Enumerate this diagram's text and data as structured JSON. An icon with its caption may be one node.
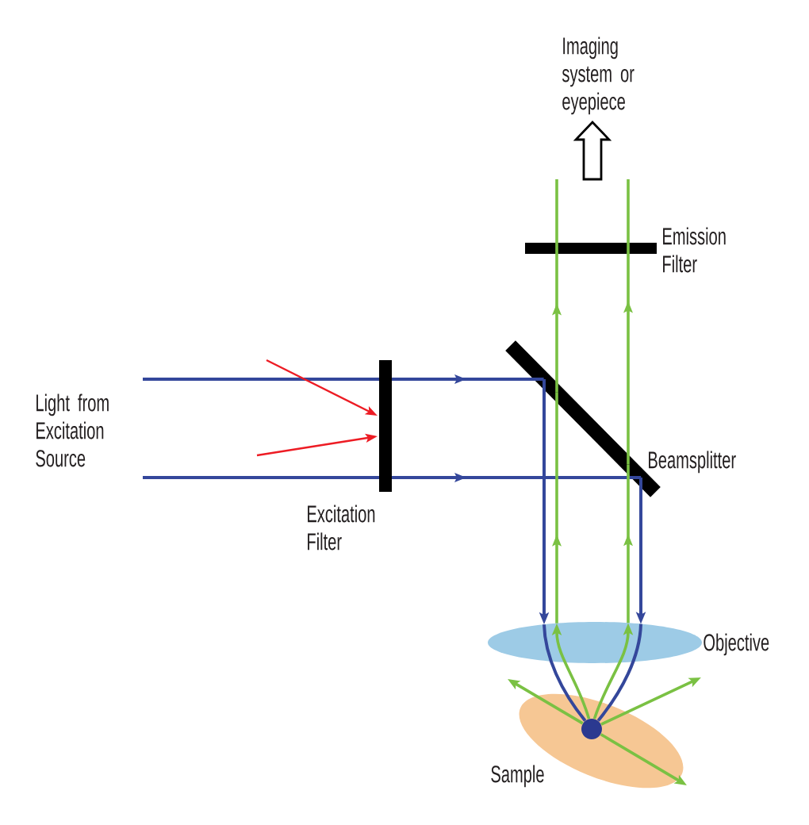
{
  "diagram": {
    "nodes": [
      {
        "text": [
          "Imaging system or eyepiece"
        ]
      },
      {
        "text": [
          "Emission Filter"
        ]
      },
      {
        "text": [
          "Light from Excitation Source"
        ]
      },
      {
        "text": [
          "Excitation Filter"
        ]
      },
      {
        "text": [
          "Beamsplitter"
        ]
      },
      {
        "text": [
          "Objective"
        ]
      },
      {
        "text": [
          "Sample"
        ]
      },
      {
        "text": [],
        "shape": "circle",
        "in": 6
      }
    ],
    "edges": [
      {
        "from": 2,
        "to": 3,
        "arrow": "none",
        "color": "#34479b"
      },
      {
        "from": 2,
        "to": 3,
        "arrow": "none",
        "color": "#34479b"
      },
      {
        "from": 3,
        "to": 4,
        "arrow": "to",
        "color": "#34479b"
      },
      {
        "from": 3,
        "to": 4,
        "arrow": "to",
        "color": "#34479b"
      },
      {
        "from": 4,
        "to": 5,
        "arrow": "to",
        "color": "#34479b"
      },
      {
        "from": 4,
        "to": 5,
        "arrow": "to",
        "color": "#34479b"
      },
      {
        "from": 5,
        "to": 7,
        "arrow": "none",
        "color": "#34479b"
      },
      {
        "from": 5,
        "to": 7,
        "arrow": "none",
        "color": "#34479b"
      },
      {
        "from": 7,
        "to": 5,
        "arrow": "to"
      },
      {
        "from": 7,
        "to": 5,
        "arrow": "to"
      },
      {
        "from": 5,
        "to": 4,
        "arrow": "to"
      },
      {
        "from": 5,
        "to": 4,
        "arrow": "to"
      },
      {
        "from": 4,
        "to": 1,
        "arrow": "to"
      },
      {
        "from": 4,
        "to": 1,
        "arrow": "to"
      },
      {
        "from": 1,
        "to": null,
        "arrow": "none"
      },
      {
        "from": 1,
        "to": null,
        "arrow": "none"
      },
      {
        "from": null,
        "to": 0,
        "arrow": "to",
        "color": "#000000"
      },
      {
        "from": 7,
        "to": null,
        "arrow": "to"
      },
      {
        "from": 7,
        "to": null,
        "arrow": "to"
      },
      {
        "from": 7,
        "to": null,
        "arrow": "to"
      },
      {
        "from": null,
        "to": 3,
        "arrow": "to",
        "color": "#ed1c24"
      },
      {
        "from": null,
        "to": 3,
        "arrow": "to",
        "color": "#ed1c24"
      }
    ]
  }
}
